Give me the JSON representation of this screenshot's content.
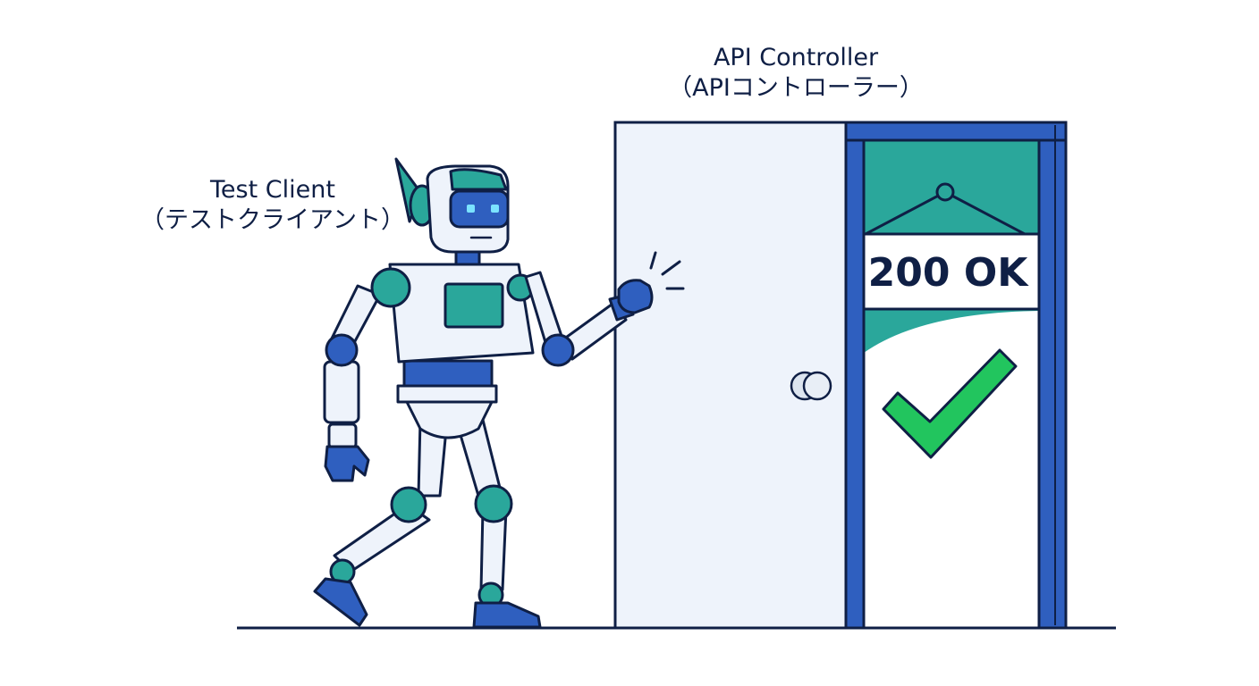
{
  "client": {
    "title": "Test Client",
    "subtitle": "（テストクライアント）"
  },
  "controller": {
    "title": "API Controller",
    "subtitle": "（APIコントローラー）"
  },
  "status_sign": {
    "text": "200 OK",
    "icon": "check-icon"
  },
  "colors": {
    "outline": "#0f1f45",
    "blue": "#2f5fbf",
    "teal": "#2aa79b",
    "door": "#eef3fb",
    "green": "#22c55e"
  }
}
